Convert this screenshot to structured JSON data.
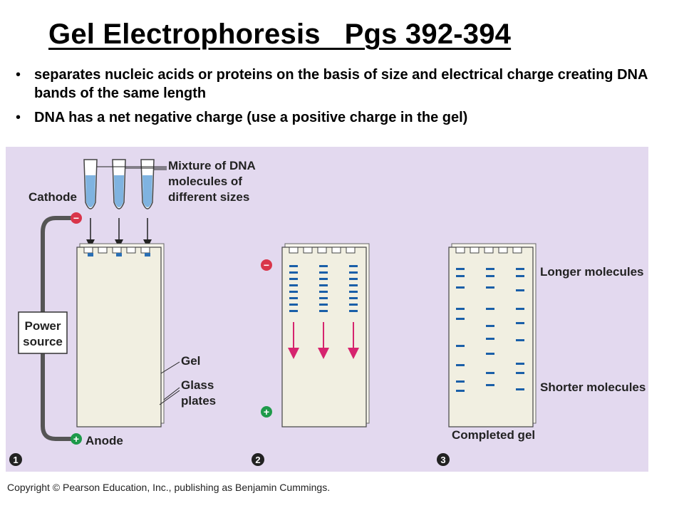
{
  "title": "Gel Electrophoresis   Pgs 392-394",
  "bullets": [
    "separates nucleic acids or proteins on the basis of size and electrical charge creating DNA bands of the same length",
    "DNA has a net negative charge  (use a positive charge in the gel)"
  ],
  "figure": {
    "labels": {
      "mixture_line1": "Mixture of DNA",
      "mixture_line2": "molecules of",
      "mixture_line3": "different sizes",
      "cathode": "Cathode",
      "power_line1": "Power",
      "power_line2": "source",
      "gel": "Gel",
      "glass_line1": "Glass",
      "glass_line2": "plates",
      "anode": "Anode",
      "longer": "Longer molecules",
      "shorter": "Shorter molecules",
      "completed": "Completed gel",
      "minus": "−",
      "plus": "+",
      "step1": "1",
      "step2": "2",
      "step3": "3"
    },
    "colors": {
      "background": "#e3d9ef",
      "gel": "#f1efe1",
      "band": "#1a5fa8",
      "arrow": "#d6246e",
      "electrode_minus": "#d9354a",
      "electrode_plus": "#1e9a4a"
    }
  },
  "copyright": "Copyright © Pearson Education, Inc., publishing as Benjamin Cummings."
}
